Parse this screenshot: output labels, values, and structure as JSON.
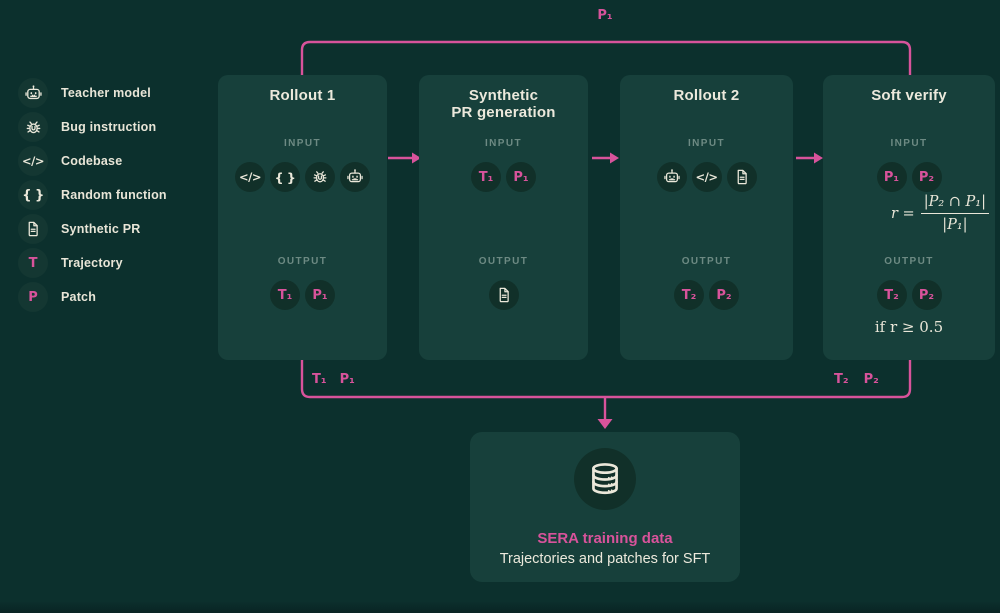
{
  "colors": {
    "background": "#0c302d",
    "panel": "#17403b",
    "node_circle": "#113029",
    "accent_pink": "#d8539b",
    "text_cream": "#ece9dc",
    "muted_label": "#6d8a83"
  },
  "glyphs": {
    "code": "</>",
    "braces": "{ }",
    "trajectory": "T",
    "patch": "P"
  },
  "legend": {
    "items": [
      {
        "icon": "robot-icon",
        "label": "Teacher model"
      },
      {
        "icon": "bug-icon",
        "label": "Bug instruction"
      },
      {
        "icon": "code-icon",
        "label": "Codebase"
      },
      {
        "icon": "braces-icon",
        "label": "Random function"
      },
      {
        "icon": "document-icon",
        "label": "Synthetic PR"
      },
      {
        "icon": "trajectory-chip",
        "label": "Trajectory"
      },
      {
        "icon": "patch-chip",
        "label": "Patch"
      }
    ]
  },
  "stages": [
    {
      "title_lines": [
        "Rollout 1"
      ],
      "input_label": "INPUT",
      "input_icons": [
        "code-icon",
        "braces-icon",
        "bug-icon",
        "robot-icon"
      ],
      "output_label": "OUTPUT",
      "outputs": [
        "T₁",
        "P₁"
      ]
    },
    {
      "title_lines": [
        "Synthetic",
        "PR generation"
      ],
      "input_label": "INPUT",
      "inputs": [
        "T₁",
        "P₁"
      ],
      "output_label": "OUTPUT",
      "output_icons": [
        "document-icon"
      ]
    },
    {
      "title_lines": [
        "Rollout 2"
      ],
      "input_label": "INPUT",
      "input_icons": [
        "robot-icon",
        "code-icon",
        "document-icon"
      ],
      "output_label": "OUTPUT",
      "outputs": [
        "T₂",
        "P₂"
      ]
    },
    {
      "title_lines": [
        "Soft verify"
      ],
      "input_label": "INPUT",
      "inputs": [
        "P₁",
        "P₂"
      ],
      "formula": {
        "lhs": "r =",
        "numerator": "|P₂ ∩ P₁|",
        "denominator": "|P₁|"
      },
      "output_label": "OUTPUT",
      "outputs": [
        "T₂",
        "P₂"
      ],
      "condition": "if r ≥ 0.5"
    }
  ],
  "connectors": {
    "top_label": "P₁",
    "bottom_left_labels": [
      "T₁",
      "P₁"
    ],
    "bottom_right_labels": [
      "T₂",
      "P₂"
    ]
  },
  "sink": {
    "icon": "database-icon",
    "title": "SERA training data",
    "subtitle": "Trajectories and patches for SFT"
  }
}
